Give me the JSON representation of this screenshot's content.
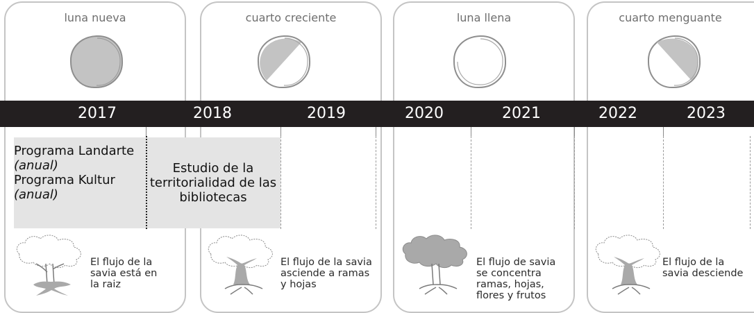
{
  "phases": [
    {
      "label": "luna nueva"
    },
    {
      "label": "cuarto creciente"
    },
    {
      "label": "luna llena"
    },
    {
      "label": "cuarto menguante"
    }
  ],
  "years": [
    "2017",
    "2018",
    "2019",
    "2020",
    "2021",
    "2022",
    "2023"
  ],
  "activities": {
    "landarte": "Programa Landarte",
    "landarte_note": "(anual)",
    "kultur": "Programa Kultur",
    "kultur_note": "(anual)",
    "estudio_1": "Estudio de la",
    "estudio_2": "territorialidad de las",
    "estudio_3": "bibliotecas"
  },
  "sap_flow": [
    {
      "l1": "El flujo de la",
      "l2": "savia está en",
      "l3": "la raiz",
      "l4": ""
    },
    {
      "l1": "El flujo de la savia",
      "l2": "asciende a ramas",
      "l3": "y hojas",
      "l4": ""
    },
    {
      "l1": "El flujo de savia",
      "l2": "se concentra",
      "l3": "ramas, hojas,",
      "l4": "flores y frutos"
    },
    {
      "l1": "El flujo de la",
      "l2": "savia desciende",
      "l3": "",
      "l4": ""
    }
  ],
  "colors": {
    "bar": "#231f20",
    "grey_fill": "#e4e4e4",
    "panel_border": "#c4c4c4"
  }
}
